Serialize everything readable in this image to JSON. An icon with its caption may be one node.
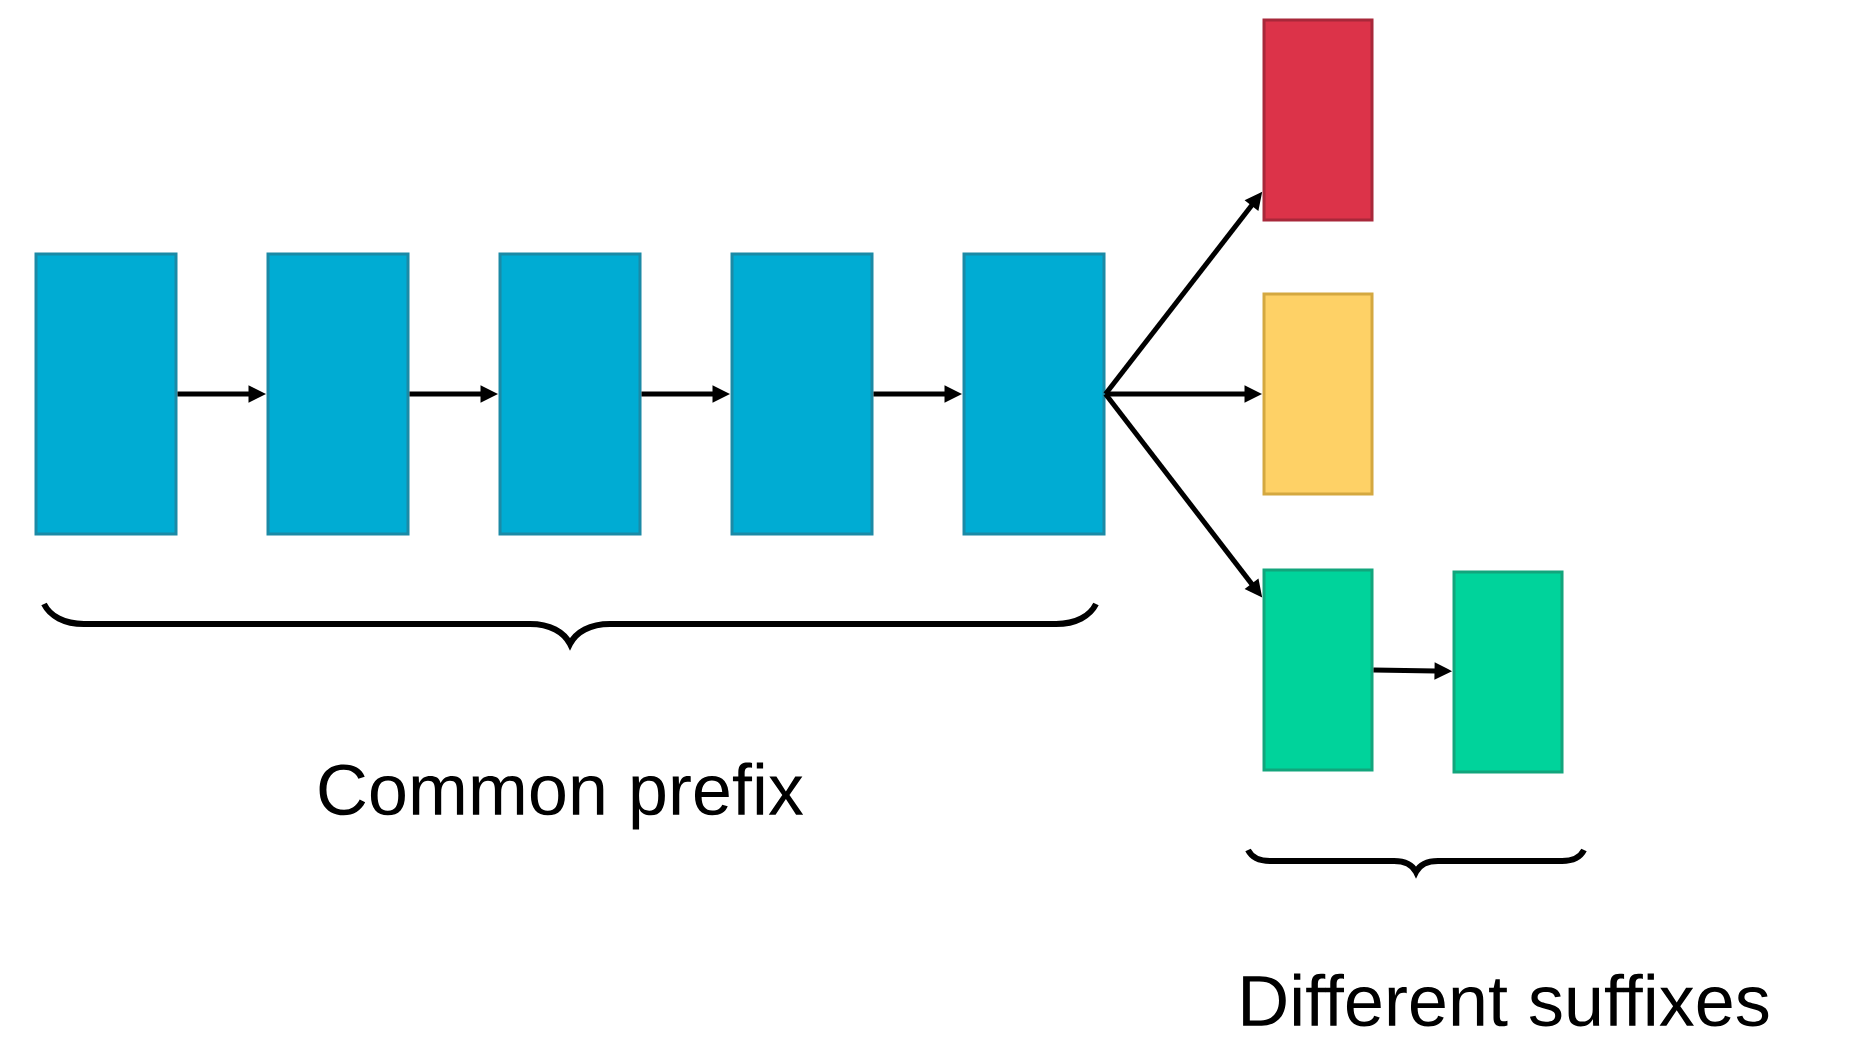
{
  "diagram": {
    "nodes": [
      {
        "text": [],
        "shape": "box"
      },
      {
        "text": [],
        "shape": "box"
      },
      {
        "text": [],
        "shape": "box"
      },
      {
        "text": [],
        "shape": "box"
      },
      {
        "text": [],
        "shape": "box"
      },
      {
        "text": [],
        "shape": "box"
      },
      {
        "text": [],
        "shape": "box"
      },
      {
        "text": [],
        "shape": "box"
      },
      {
        "text": [],
        "shape": "box"
      }
    ],
    "edges": [
      {
        "from": 0,
        "to": 1,
        "arrow": "to"
      },
      {
        "from": 1,
        "to": 2,
        "arrow": "to"
      },
      {
        "from": 2,
        "to": 3,
        "arrow": "to"
      },
      {
        "from": 3,
        "to": 4,
        "arrow": "to"
      },
      {
        "from": 4,
        "to": 5,
        "arrow": "to"
      },
      {
        "from": 4,
        "to": 6,
        "arrow": "to"
      },
      {
        "from": 4,
        "to": 7,
        "arrow": "to"
      },
      {
        "from": 7,
        "to": 8,
        "arrow": "to"
      }
    ],
    "labels": [
      "Common prefix",
      "Different suffixes"
    ]
  }
}
